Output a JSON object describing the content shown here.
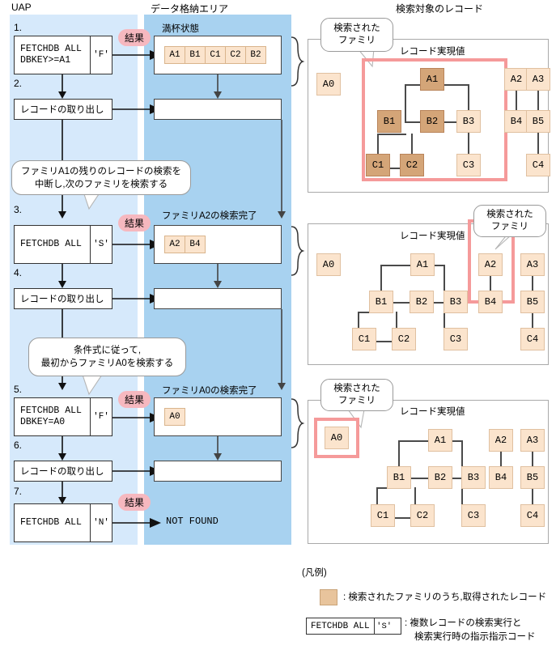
{
  "headers": {
    "uap": "UAP",
    "storage": "データ格納エリア",
    "target": "検索対象のレコード"
  },
  "steps": [
    {
      "num": "1.",
      "command_line1": "FETCHDB ALL",
      "command_line2": "DBKEY>=A1",
      "code": "'F'",
      "result_pill": "結果",
      "storage_label": "満杯状態",
      "records": [
        "A1",
        "B1",
        "C1",
        "C2",
        "B2"
      ]
    },
    {
      "num": "2.",
      "action": "レコードの取り出し"
    },
    {
      "num": "3.",
      "command_line1": "FETCHDB ALL",
      "command_line2": "",
      "code": "'S'",
      "result_pill": "結果",
      "storage_label": "ファミリA2の検索完了",
      "records": [
        "A2",
        "B4"
      ]
    },
    {
      "num": "4.",
      "action": "レコードの取り出し"
    },
    {
      "num": "5.",
      "command_line1": "FETCHDB ALL",
      "command_line2": "DBKEY=A0",
      "code": "'F'",
      "result_pill": "結果",
      "storage_label": "ファミリA0の検索完了",
      "records": [
        "A0"
      ]
    },
    {
      "num": "6.",
      "action": "レコードの取り出し"
    },
    {
      "num": "7.",
      "command_line1": "FETCHDB ALL",
      "command_line2": "",
      "code": "'N'",
      "result_pill": "結果",
      "not_found": "NOT FOUND"
    }
  ],
  "callouts": [
    {
      "line1": "ファミリA1の残りのレコードの検索を",
      "line2": "中断し,次のファミリを検索する"
    },
    {
      "line1": "条件式に従って,",
      "line2": "最初からファミリA0を検索する"
    }
  ],
  "tree_panels": [
    {
      "callout_line1": "検索された",
      "callout_line2": "ファミリ",
      "label": "レコード実現値",
      "highlighted": [
        "A1",
        "B1",
        "B2",
        "C1",
        "C2"
      ]
    },
    {
      "callout_line1": "検索された",
      "callout_line2": "ファミリ",
      "label": "レコード実現値",
      "highlighted": []
    },
    {
      "callout_line1": "検索された",
      "callout_line2": "ファミリ",
      "label": "レコード実現値",
      "highlighted": []
    }
  ],
  "tree_nodes": [
    "A0",
    "A1",
    "A2",
    "A3",
    "B1",
    "B2",
    "B3",
    "B4",
    "B5",
    "C1",
    "C2",
    "C3",
    "C4"
  ],
  "legend": {
    "title": "(凡例)",
    "swatch_desc": ": 検索されたファミリのうち,取得されたレコード",
    "cmd_text": "FETCHDB ALL",
    "cmd_code": "'S'",
    "cmd_desc_line1": ": 複数レコードの検索実行と",
    "cmd_desc_line2": "検索実行時の指示指示コード"
  },
  "colors": {
    "uap_panel": "#d6e9fb",
    "storage_panel": "#a8d2f0",
    "record_fill": "#fbe4cd",
    "node_hit_fill": "#d4a578",
    "highlight_border": "#f59a9a",
    "pill_fill": "#f6b8bf"
  }
}
